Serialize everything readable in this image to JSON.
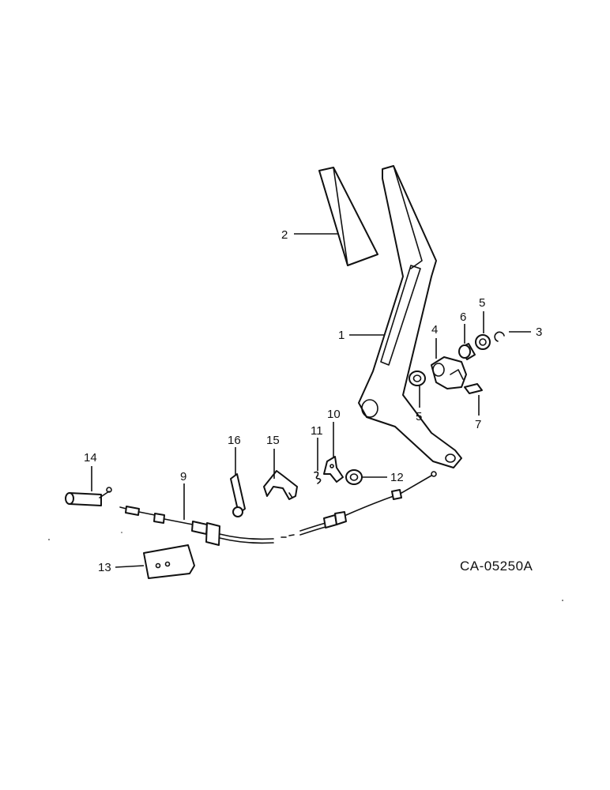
{
  "diagram": {
    "drawing_code": "CA-05250A",
    "callouts": {
      "c1": "1",
      "c2": "2",
      "c3": "3",
      "c4": "4",
      "c5a": "5",
      "c5b": "5",
      "c6": "6",
      "c7": "7",
      "c9": "9",
      "c10": "10",
      "c11": "11",
      "c12": "12",
      "c13": "13",
      "c14": "14",
      "c15": "15",
      "c16": "16"
    }
  }
}
